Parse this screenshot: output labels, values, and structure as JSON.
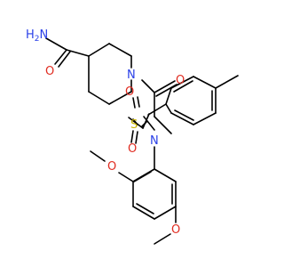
{
  "molecule": {
    "atoms": [
      {
        "id": "amide_n",
        "text": "H2N",
        "main": "H",
        "sub": "2",
        "tail": "N",
        "color": "#2a40e8"
      },
      {
        "id": "amide_o",
        "text": "O",
        "color": "#e02b20"
      },
      {
        "id": "ring_n",
        "text": "N",
        "color": "#2a40e8"
      },
      {
        "id": "ketone_o",
        "text": "O",
        "color": "#e02b20"
      },
      {
        "id": "sulfon_n",
        "text": "N",
        "color": "#2a40e8"
      },
      {
        "id": "sulfur",
        "text": "S",
        "color": "#c9b400"
      },
      {
        "id": "sulfonyl_o1",
        "text": "O",
        "color": "#e02b20"
      },
      {
        "id": "sulfonyl_o2",
        "text": "O",
        "color": "#e02b20"
      },
      {
        "id": "methoxy_o1",
        "text": "O",
        "color": "#e02b20"
      },
      {
        "id": "methoxy_o2",
        "text": "O",
        "color": "#e02b20"
      }
    ]
  }
}
